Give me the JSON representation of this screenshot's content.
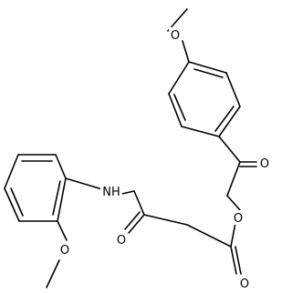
{
  "structure": {
    "labels": {
      "o_top_methoxy": "O",
      "o_ketone": "O",
      "o_ester_link": "O",
      "o_amide": "O",
      "o_ester_carbonyl": "O",
      "o_left_methoxy": "O",
      "nh_amide": "NH"
    }
  }
}
